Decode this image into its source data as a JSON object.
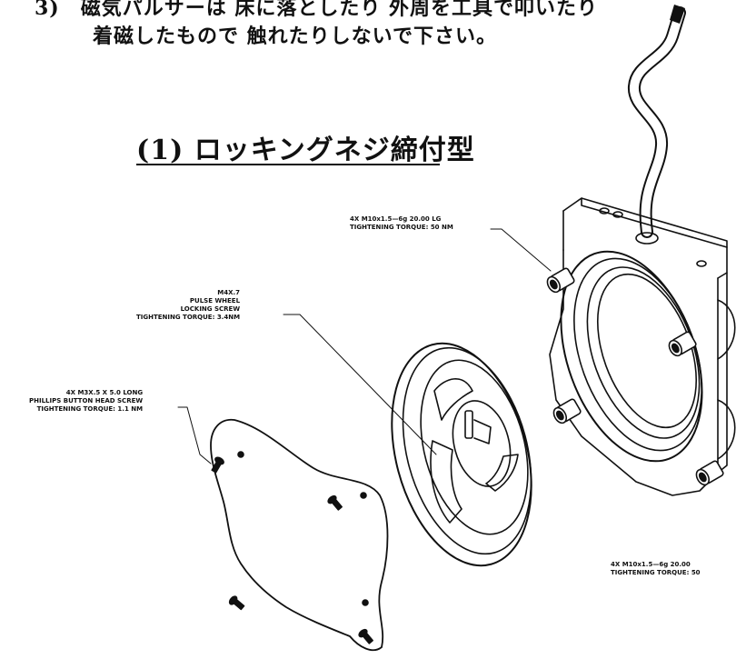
{
  "note": {
    "line1": "3)　磁気パルサーは 床に落としたり 外周を工具で叩いたり",
    "line2": "着磁したもので 触れたりしないで下さい。"
  },
  "heading": "(1) ロッキングネジ締付型",
  "callouts": {
    "sensor_bolts": {
      "line1": "4X M10x1.5—6g 20.00 LG",
      "line2": "TIGHTENING TORQUE: 50 NM"
    },
    "wheel_screw": {
      "line1": "M4X.7",
      "line2": "PULSE WHEEL",
      "line3": "LOCKING SCREW",
      "line4": "TIGHTENING TORQUE: 3.4NM"
    },
    "cover_screws": {
      "line1": "4X M3X.5 X 5.0 LONG",
      "line2": "PHILLIPS BUTTON HEAD SCREW",
      "line3": "TIGHTENING TORQUE: 1.1 NM"
    },
    "bottom_bolts": {
      "line1": "4X M10x1.5—6g 20.00",
      "line2": "TIGHTENING TORQUE: 50"
    }
  }
}
